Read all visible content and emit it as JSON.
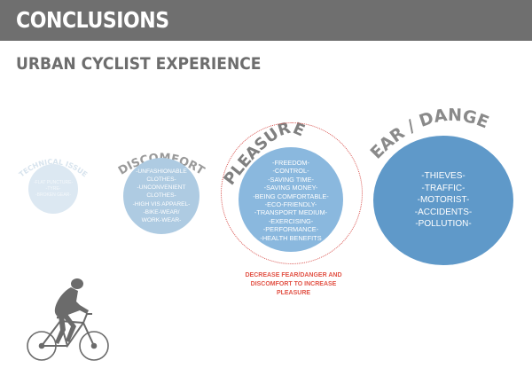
{
  "header": {
    "title": "CONCLUSIONS"
  },
  "subtitle": "URBAN CYCLIST EXPERIENCE",
  "colors": {
    "header_bg": "#6f6f6f",
    "subtitle": "#6d6d6d",
    "title_gray": "#8a8a8a",
    "note_red": "#e25346"
  },
  "categories": [
    {
      "title": "TECHNICAL ISSUE",
      "items": [
        "-FLAT PUNCTURE-",
        "-TYRE-",
        "-BROKEN GEAR-"
      ]
    },
    {
      "title": "DISCOMFORT",
      "items": [
        "-UNFASHIONABLE",
        "CLOTHES-",
        "-UNCONVENIENT",
        "CLOTHES-",
        "-HIGH VIS APPAREL-",
        "-BIKE-WEAR/",
        "WORK-WEAR-"
      ]
    },
    {
      "title": "PLEASURE",
      "items": [
        "-FREEDOM-",
        "-CONTROL-",
        "-SAVING TIME-",
        "-SAVING MONEY-",
        "-BEING COMFORTABLE-",
        "-ECO-FRIENDLY-",
        "-TRANSPORT MEDIUM-",
        "-EXERCISING-",
        "-PERFORMANCE-",
        "-HEALTH BENEFITS"
      ]
    },
    {
      "title": "FEAR / DANGER",
      "items": [
        "-THIEVES-",
        "-TRAFFIC-",
        "-MOTORIST-",
        "-ACCIDENTS-",
        "-POLLUTION-"
      ]
    }
  ],
  "note": "DECREASE FEAR/DANGER AND DISCOMFORT TO INCREASE PLEASURE",
  "icons": {
    "cyclist": "cyclist-silhouette-icon"
  }
}
